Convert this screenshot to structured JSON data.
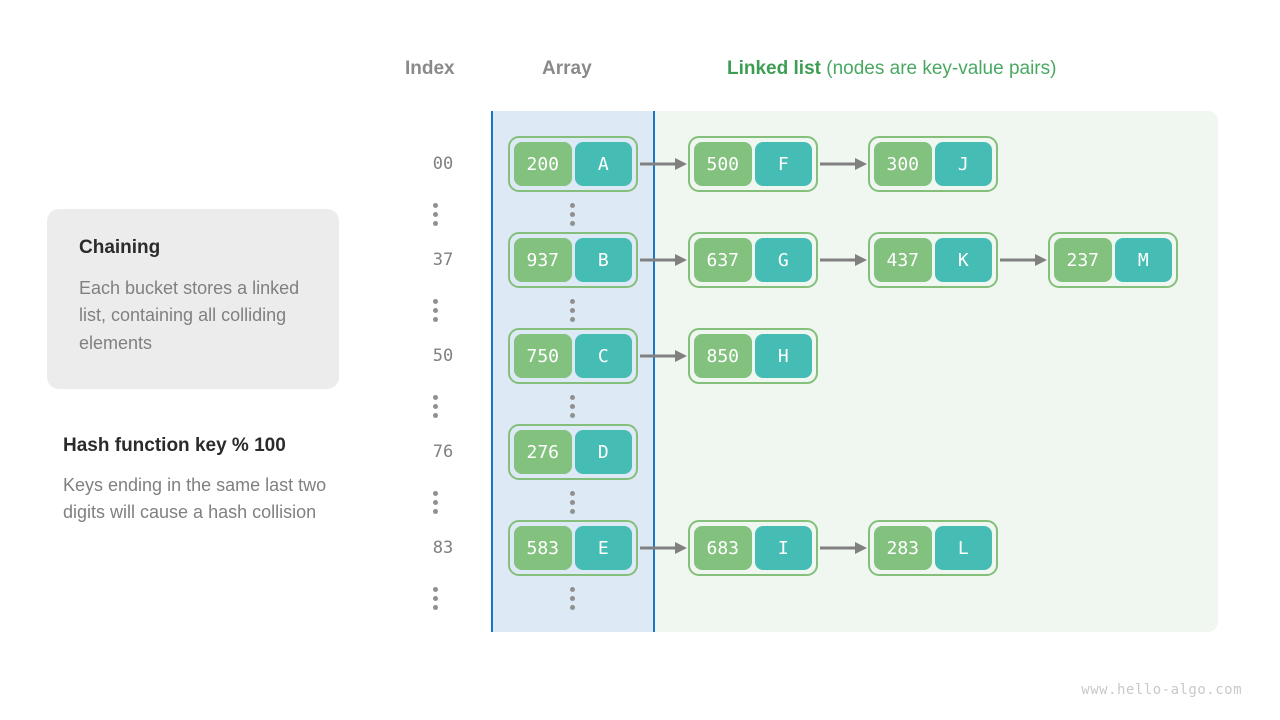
{
  "headers": {
    "index": "Index",
    "array": "Array",
    "linked_strong": "Linked list",
    "linked_rest": " (nodes are key-value pairs)"
  },
  "chaining_card": {
    "title": "Chaining",
    "body": "Each bucket stores a linked list, containing all colliding elements"
  },
  "hash_block": {
    "title": "Hash function key % 100",
    "body": "Keys ending in the same last two digits will cause a hash collision"
  },
  "watermark": "www.hello-algo.com",
  "colors": {
    "key_box": "#83c17e",
    "value_box": "#45bdb4",
    "node_border": "#84bf7b",
    "array_band": "#ddeaf6",
    "array_border": "#1a76c4",
    "outer_panel": "#f0f7f0",
    "accent_green": "#3d9e53",
    "arrow": "#808080"
  },
  "buckets": [
    {
      "index": "00",
      "nodes": [
        {
          "key": "200",
          "value": "A"
        },
        {
          "key": "500",
          "value": "F"
        },
        {
          "key": "300",
          "value": "J"
        }
      ]
    },
    {
      "index": "37",
      "nodes": [
        {
          "key": "937",
          "value": "B"
        },
        {
          "key": "637",
          "value": "G"
        },
        {
          "key": "437",
          "value": "K"
        },
        {
          "key": "237",
          "value": "M"
        }
      ]
    },
    {
      "index": "50",
      "nodes": [
        {
          "key": "750",
          "value": "C"
        },
        {
          "key": "850",
          "value": "H"
        }
      ]
    },
    {
      "index": "76",
      "nodes": [
        {
          "key": "276",
          "value": "D"
        }
      ]
    },
    {
      "index": "83",
      "nodes": [
        {
          "key": "583",
          "value": "E"
        },
        {
          "key": "683",
          "value": "I"
        },
        {
          "key": "283",
          "value": "L"
        }
      ]
    }
  ],
  "ellipsis_rows": 6
}
